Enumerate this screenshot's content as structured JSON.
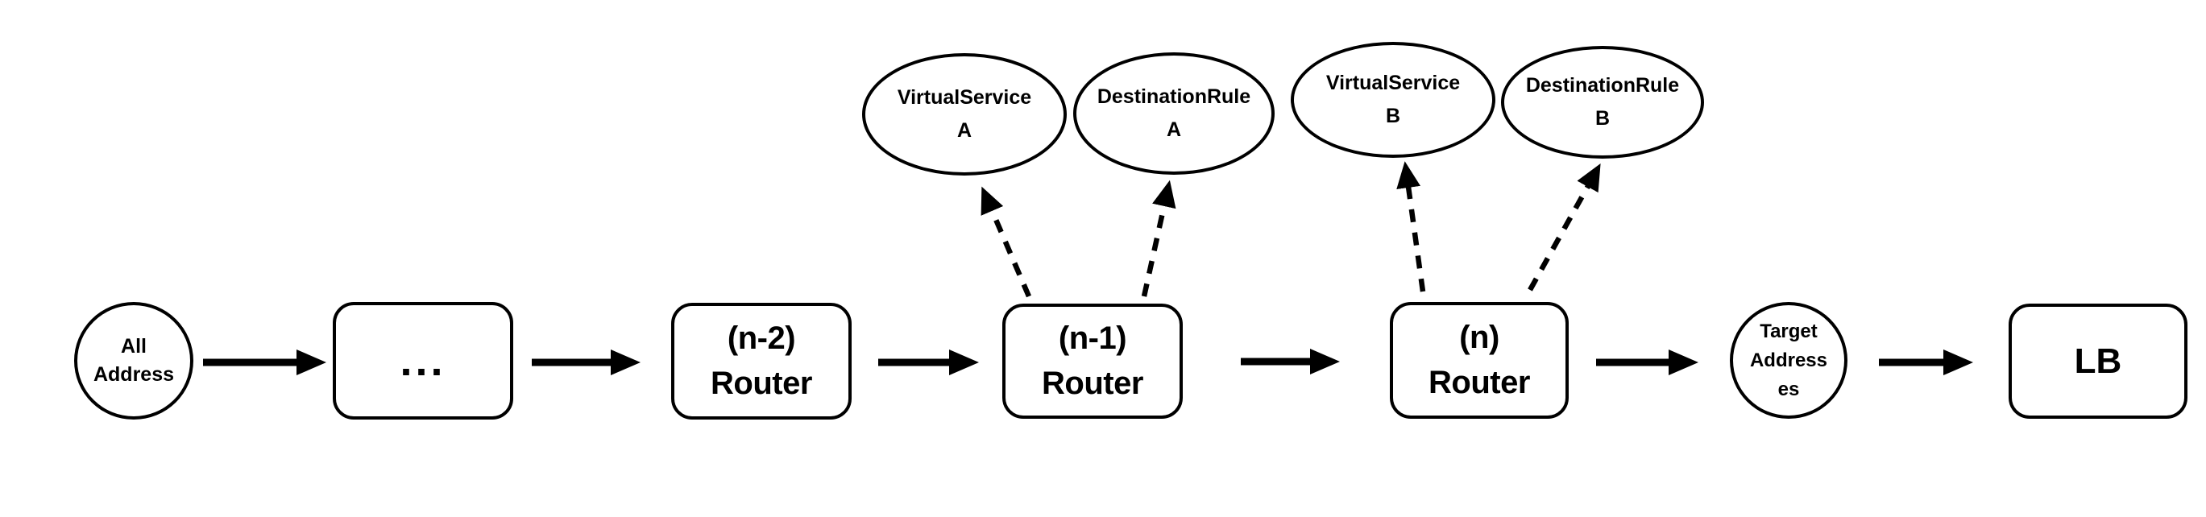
{
  "diagram": {
    "background": "#ffffff",
    "stroke_color": "#000000",
    "nodes": {
      "all_address": {
        "label": "All\nAddress"
      },
      "dots": {
        "label": "..."
      },
      "router_n2": {
        "label": "(n-2)\nRouter"
      },
      "router_n1": {
        "label": "(n-1)\nRouter"
      },
      "router_n": {
        "label": "(n)\nRouter"
      },
      "virtualservice_a": {
        "label": "VirtualService\nA"
      },
      "destinationrule_a": {
        "label": "DestinationRule\nA"
      },
      "virtualservice_b": {
        "label": "VirtualService\nB"
      },
      "destinationrule_b": {
        "label": "DestinationRule\nB"
      },
      "target_addresses": {
        "label": "Target\nAddress\nes"
      },
      "lb": {
        "label": "LB"
      }
    }
  }
}
